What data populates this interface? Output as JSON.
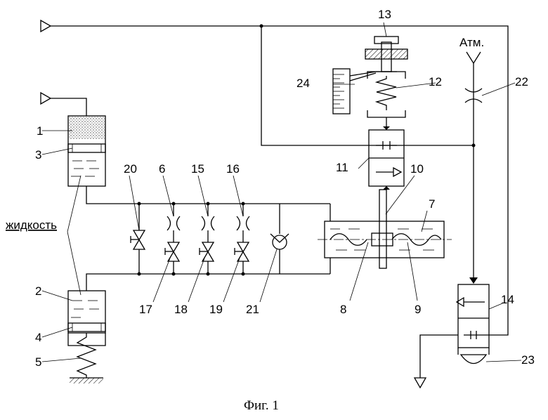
{
  "labels": {
    "n1": "1",
    "n2": "2",
    "n3": "3",
    "n4": "4",
    "n5": "5",
    "n6": "6",
    "n7": "7",
    "n8": "8",
    "n9": "9",
    "n10": "10",
    "n11": "11",
    "n12": "12",
    "n13": "13",
    "n14": "14",
    "n15": "15",
    "n16": "16",
    "n17": "17",
    "n18": "18",
    "n19": "19",
    "n20": "20",
    "n21": "21",
    "n22": "22",
    "n23": "23",
    "n24": "24"
  },
  "liquid_label": "жидкость",
  "atm_label": "Атм.",
  "caption": "Фиг. 1"
}
